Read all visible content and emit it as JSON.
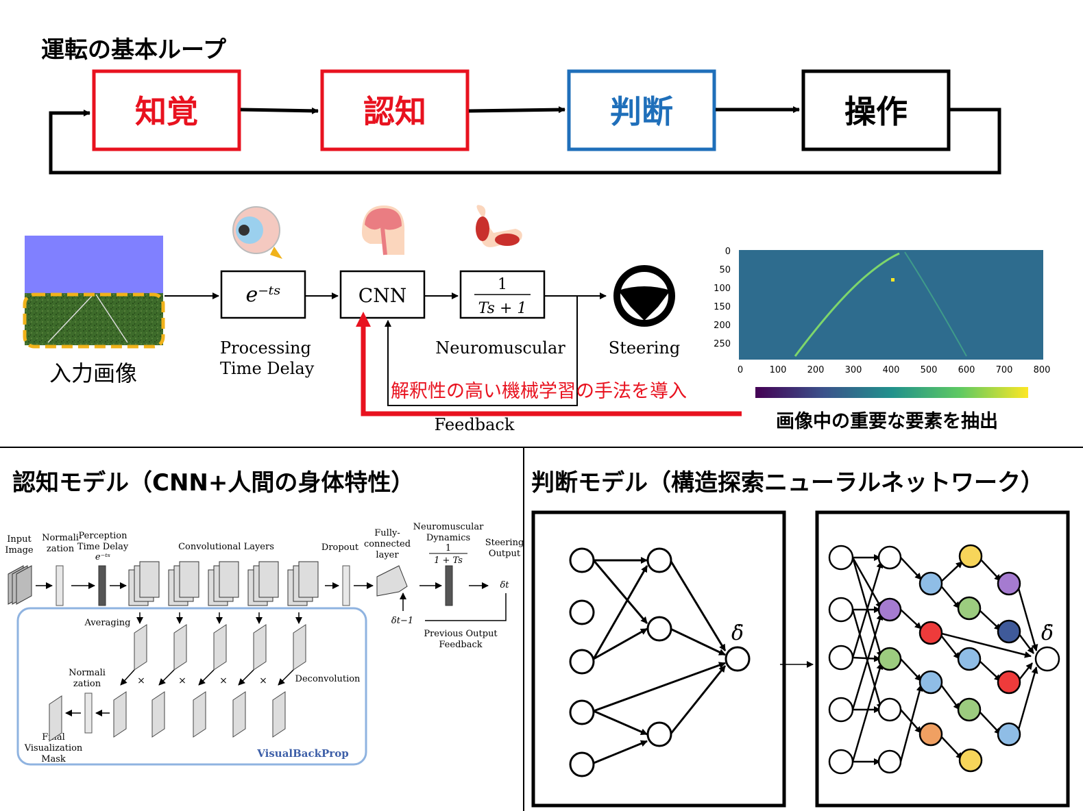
{
  "loop": {
    "title": "運転の基本ループ",
    "steps": [
      {
        "label": "知覚",
        "color": "#e8121f"
      },
      {
        "label": "認知",
        "color": "#e8121f"
      },
      {
        "label": "判断",
        "color": "#1f6fba"
      },
      {
        "label": "操作",
        "color": "#000000"
      }
    ]
  },
  "pipeline": {
    "input_label": "入力画像",
    "delay_expr": "e⁻ᵗˢ",
    "delay_label_1": "Processing",
    "delay_label_2": "Time Delay",
    "cnn_label": "CNN",
    "tf_num": "1",
    "tf_den": "Ts + 1",
    "neuro_label": "Neuromuscular",
    "steering_label": "Steering",
    "feedback_label": "Feedback",
    "red_note": "解釈性の高い機械学習の手法を導入",
    "heatmap_caption": "画像中の重要な要素を抽出",
    "heatmap_yticks": [
      "0",
      "50",
      "100",
      "150",
      "200",
      "250"
    ],
    "heatmap_xticks": [
      "0",
      "100",
      "200",
      "300",
      "400",
      "500",
      "600",
      "700",
      "800"
    ],
    "accent_red": "#e8121f",
    "highlight_orange": "#f0b21a"
  },
  "cognition": {
    "title": "認知モデル（CNN+人間の身体特性）",
    "labels": {
      "input": [
        "Input",
        "Image"
      ],
      "normalization": [
        "Normali",
        "zation"
      ],
      "perception": [
        "Perception",
        "Time Delay",
        "e⁻ᵗˢ"
      ],
      "conv": "Convolutional Layers",
      "dropout": "Dropout",
      "fc": [
        "Fully-",
        "connected",
        "layer"
      ],
      "neuro": [
        "Neuromuscular",
        "Dynamics",
        "1",
        "1 + Ts"
      ],
      "steer": [
        "Steering",
        "Output"
      ],
      "delta_t": "δt",
      "delta_t1": "δt−1",
      "prev": [
        "Previous Output",
        "Feedback"
      ],
      "averaging": "Averaging",
      "normalization2": [
        "Normali",
        "zation"
      ],
      "deconv": "Deconvolution",
      "final": [
        "Final",
        "Visualization",
        "Mask"
      ],
      "vbp": "VisualBackProp",
      "times": "×"
    }
  },
  "decision": {
    "title": "判断モデル（構造探索ニューラルネットワーク）",
    "output_symbol": "δ̇",
    "node_colors": {
      "purple": "#a57bd0",
      "green": "#9ccc7f",
      "red": "#ee3b3b",
      "blue": "#8fbde6",
      "orange": "#f0a062",
      "yellow": "#f7d55a",
      "navy": "#3f5a9a"
    }
  }
}
